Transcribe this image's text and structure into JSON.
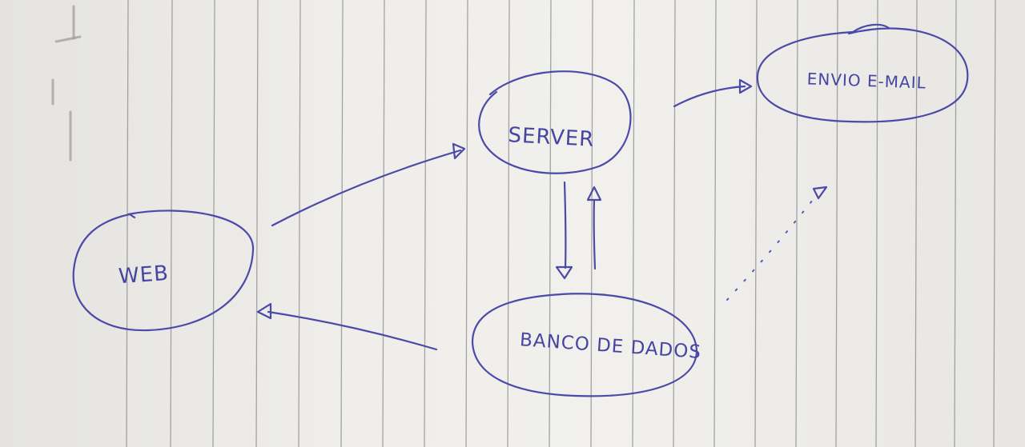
{
  "nodes": {
    "web": "WEB",
    "server": "SERVER",
    "banco": "BANCO DE DADOS",
    "envio": "ENVIO E-MAIL"
  },
  "ink_color": "#4a4aa8",
  "paper_color": "#efeeea",
  "edges": [
    {
      "from": "WEB",
      "to": "SERVER",
      "style": "solid"
    },
    {
      "from": "SERVER",
      "to": "BANCO DE DADOS",
      "style": "solid"
    },
    {
      "from": "BANCO DE DADOS",
      "to": "SERVER",
      "style": "solid"
    },
    {
      "from": "SERVER",
      "to": "ENVIO E-MAIL",
      "style": "solid"
    },
    {
      "from": "BANCO DE DADOS",
      "to": "WEB",
      "style": "solid"
    },
    {
      "from": "BANCO DE DADOS",
      "to": "ENVIO E-MAIL",
      "style": "dotted"
    }
  ]
}
